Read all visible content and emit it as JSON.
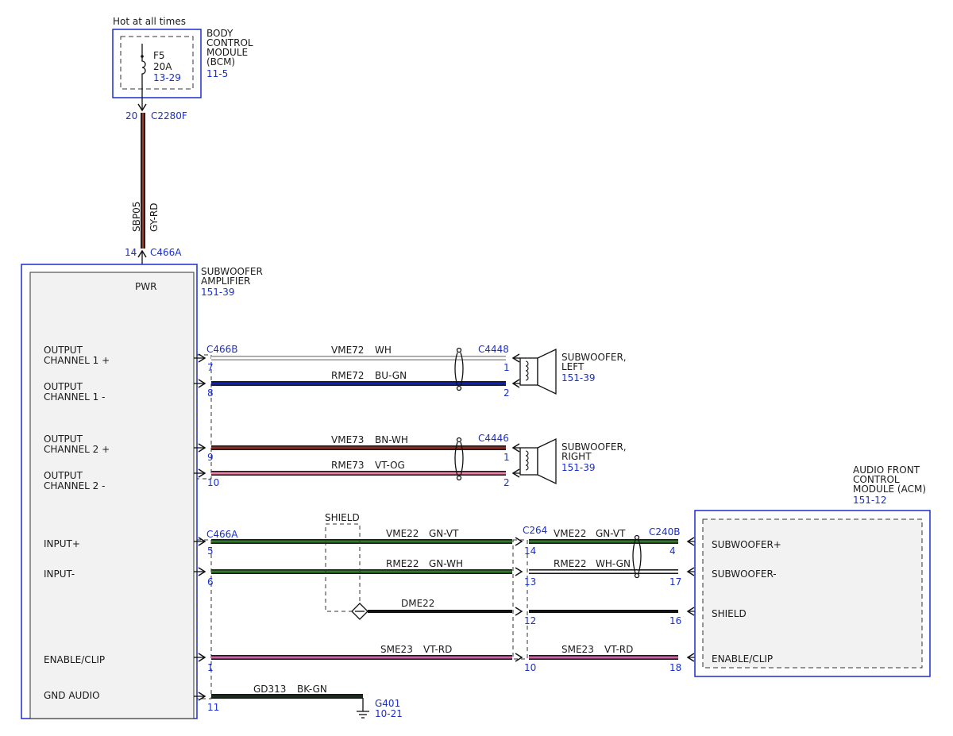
{
  "colors": {
    "blue": "#1a2fd0",
    "text": "#1a1a1a",
    "module_fill": "#f2f2f2",
    "GY-RD": "#9a3a2a",
    "WH": "#ffffff",
    "BU-GN": "#1020b0",
    "BN-WH": "#8e2a24",
    "VT-OG": "#f07fa8",
    "GN-VT": "#2f7a2a",
    "GN-WH": "#2f7a2a",
    "WH-GN": "#ffffff",
    "BK": "#111111",
    "VT-RD": "#d060a8",
    "BK-GN": "#1a2a1a"
  },
  "bcm": {
    "power_label": "Hot at all times",
    "name_lines": [
      "BODY",
      "CONTROL",
      "MODULE",
      "(BCM)"
    ],
    "ref": "11-5",
    "fuse_name": "F5",
    "fuse_rating": "20A",
    "fuse_ref": "13-29",
    "pin": "20",
    "connector": "C2280F"
  },
  "power_wire": {
    "circuit": "SBP05",
    "color": "GY-RD"
  },
  "amplifier": {
    "name_lines": [
      "SUBWOOFER",
      "AMPLIFIER"
    ],
    "ref": "151-39",
    "power_pin": "14",
    "power_connector": "C466A",
    "pwr_label": "PWR",
    "pins": [
      {
        "lines": [
          "OUTPUT",
          "CHANNEL 1 +"
        ]
      },
      {
        "lines": [
          "OUTPUT",
          "CHANNEL 1 -"
        ]
      },
      {
        "lines": [
          "OUTPUT",
          "CHANNEL 2 +"
        ]
      },
      {
        "lines": [
          "OUTPUT",
          "CHANNEL 2 -"
        ]
      },
      {
        "lines": [
          "INPUT+"
        ]
      },
      {
        "lines": [
          "INPUT-"
        ]
      },
      {
        "lines": [
          "ENABLE/CLIP"
        ]
      },
      {
        "lines": [
          "GND AUDIO"
        ]
      }
    ],
    "connector_b": "C466B",
    "connector_a": "C466A"
  },
  "speakers": [
    {
      "name_lines": [
        "SUBWOOFER,",
        "LEFT"
      ],
      "ref": "151-39",
      "connector": "C4448"
    },
    {
      "name_lines": [
        "SUBWOOFER,",
        "RIGHT"
      ],
      "ref": "151-39",
      "connector": "C4446"
    }
  ],
  "acm": {
    "name_lines": [
      "AUDIO FRONT",
      "CONTROL",
      "MODULE (ACM)"
    ],
    "ref": "151-12",
    "connector": "C240B",
    "pins": [
      "SUBWOOFER+",
      "SUBWOOFER-",
      "SHIELD",
      "ENABLE/CLIP"
    ]
  },
  "inline_connector": "C264",
  "shield_label": "SHIELD",
  "ground": {
    "name": "G401",
    "ref": "10-21"
  },
  "wires": [
    {
      "circuit": "VME72",
      "color": "WH",
      "from_pin": "7",
      "to_pin": "1"
    },
    {
      "circuit": "RME72",
      "color": "BU-GN",
      "from_pin": "8",
      "to_pin": "2"
    },
    {
      "circuit": "VME73",
      "color": "BN-WH",
      "from_pin": "9",
      "to_pin": "1"
    },
    {
      "circuit": "RME73",
      "color": "VT-OG",
      "from_pin": "10",
      "to_pin": "2"
    },
    {
      "circuit": "VME22",
      "color": "GN-VT",
      "from_pin": "5",
      "mid_pin": "14",
      "circuit2": "VME22",
      "color2": "GN-VT",
      "to_pin": "4"
    },
    {
      "circuit": "RME22",
      "color": "GN-WH",
      "from_pin": "6",
      "mid_pin": "13",
      "circuit2": "RME22",
      "color2": "WH-GN",
      "to_pin": "17"
    },
    {
      "circuit": "DME22",
      "mid_pin": "12",
      "to_pin": "16"
    },
    {
      "circuit": "SME23",
      "color": "VT-RD",
      "from_pin": "1",
      "mid_pin": "10",
      "circuit2": "SME23",
      "color2": "VT-RD",
      "to_pin": "18"
    },
    {
      "circuit": "GD313",
      "color": "BK-GN",
      "from_pin": "11"
    }
  ]
}
